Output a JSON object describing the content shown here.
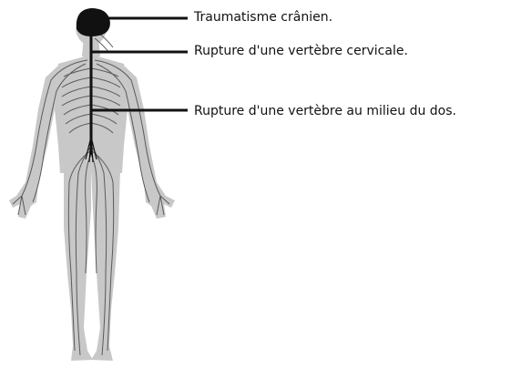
{
  "diagram": {
    "labels": {
      "head": "Traumatisme crânien.",
      "cervical": "Rupture d'une vertèbre cervicale.",
      "mid_back": "Rupture d'une vertèbre au milieu du dos."
    },
    "colors": {
      "body_fill": "#c8c8c8",
      "nerve": "#5a5a5a",
      "brain": "#111111",
      "spine": "#111111",
      "callout_line": "#111111",
      "text": "#111111"
    },
    "icons": {
      "figure": "human-nervous-system-figure"
    }
  }
}
